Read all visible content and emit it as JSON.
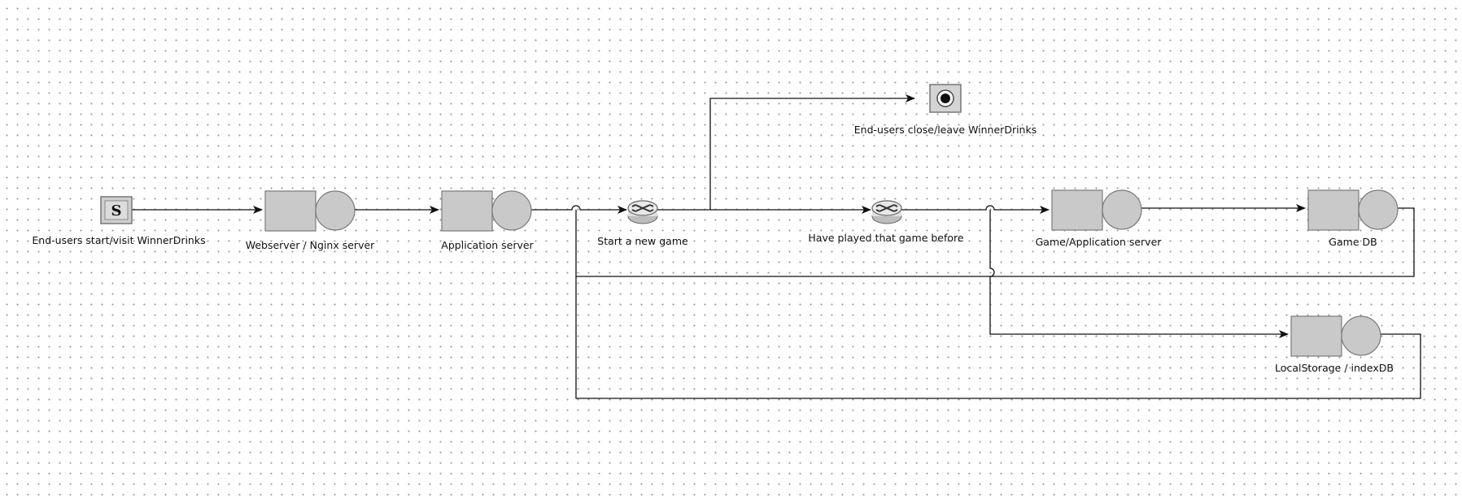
{
  "nodes": {
    "start": {
      "label": "End-users start/visit WinnerDrinks",
      "icon": "start-icon",
      "glyph": "S"
    },
    "webserver": {
      "label": "Webserver / Nginx server"
    },
    "appserver": {
      "label": "Application server"
    },
    "router_new_game": {
      "label": "Start a new game",
      "icon": "router-icon"
    },
    "end": {
      "label": "End-users close/leave WinnerDrinks",
      "icon": "end-icon"
    },
    "router_played": {
      "label": "Have played that game before",
      "icon": "router-icon"
    },
    "game_app_server": {
      "label": "Game/Application server"
    },
    "game_db": {
      "label": "Game DB"
    },
    "local_storage": {
      "label": "LocalStorage / indexDB"
    }
  },
  "colors": {
    "node_fill": "#c9c9c9",
    "node_stroke": "#7a7a7a",
    "connector": "#111111",
    "grid_dots": "#9a9a9a"
  }
}
